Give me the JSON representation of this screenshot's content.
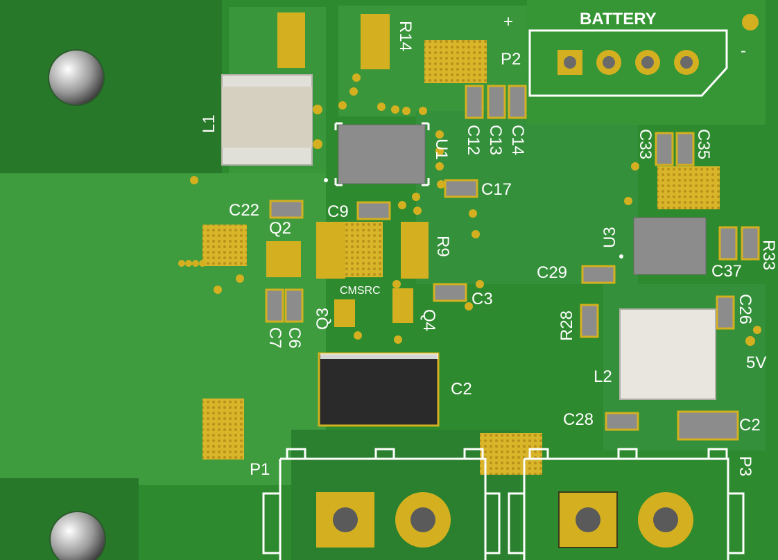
{
  "labels": {
    "battery": "BATTERY",
    "plus": "+",
    "minus": "-",
    "p2": "P2",
    "r14": "R14",
    "l1": "L1",
    "u1": "U1",
    "c12": "C12",
    "c13": "C13",
    "c14": "C14",
    "c17": "C17",
    "c22": "C22",
    "c9": "C9",
    "q2": "Q2",
    "r9": "R9",
    "cmsrc": "CMSRC",
    "c3": "C3",
    "q3": "Q3",
    "q4": "Q4",
    "c7": "C7",
    "c6": "C6",
    "c2a": "C2",
    "c33": "C33",
    "c35": "C35",
    "u3": "U3",
    "r33": "R33",
    "c29": "C29",
    "c37": "C37",
    "r28": "R28",
    "c26": "C26",
    "v5": "5V",
    "l2": "L2",
    "c28": "C28",
    "c2b": "C2",
    "p1": "P1",
    "p3": "P3"
  },
  "colors": {
    "board": "#2e8a2e",
    "pour": "#3a9a3a",
    "pad": "#d4b020",
    "silkscreen": "#ffffff",
    "component_body": "#8c8c8c"
  }
}
